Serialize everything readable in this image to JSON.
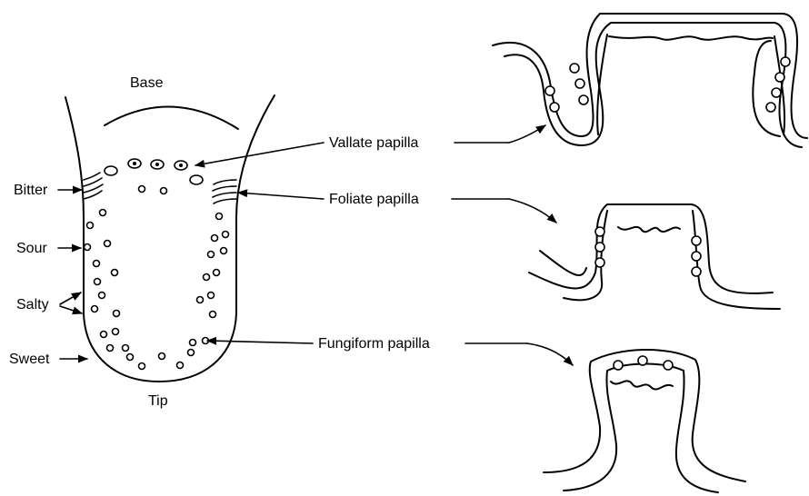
{
  "tongue": {
    "base_label": "Base",
    "tip_label": "Tip",
    "regions": {
      "bitter": "Bitter",
      "sour": "Sour",
      "salty": "Salty",
      "sweet": "Sweet"
    }
  },
  "papillae": {
    "vallate": "Vallate papilla",
    "foliate": "Foliate papilla",
    "fungiform": "Fungiform papilla"
  }
}
